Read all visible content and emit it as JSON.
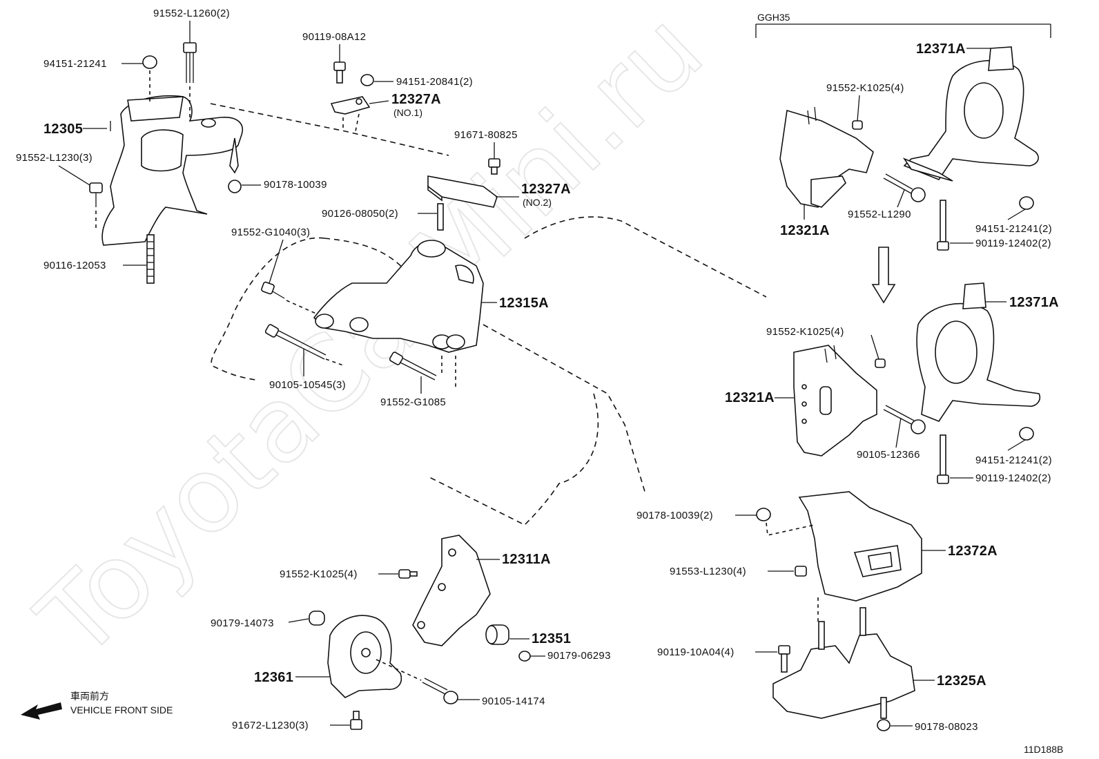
{
  "watermark": "ToyotaCarMini.ru",
  "variant_label": "GGH35",
  "diagram_code": "11D188B",
  "front_side": {
    "jp": "車両前方",
    "en": "VEHICLE FRONT SIDE"
  },
  "labels": {
    "p94151_21241": "94151-21241",
    "p91552_L1260": "91552-L1260(2)",
    "p90119_08A12": "90119-08A12",
    "p94151_20841": "94151-20841(2)",
    "p12327A_no1": "12327A",
    "p12327A_no1_sub": "(NO.1)",
    "p12305": "12305",
    "p91671_80825": "91671-80825",
    "p91552_L1230": "91552-L1230(3)",
    "p90178_10039": "90178-10039",
    "p12327A_no2": "12327A",
    "p12327A_no2_sub": "(NO.2)",
    "p90126_08050": "90126-08050(2)",
    "p91552_G1040": "91552-G1040(3)",
    "p90116_12053": "90116-12053",
    "p12315A": "12315A",
    "p90105_10545": "90105-10545(3)",
    "p91552_G1085": "91552-G1085",
    "p12371A_top": "12371A",
    "p91552_K1025_top": "91552-K1025(4)",
    "p91552_L1290": "91552-L1290",
    "p12321A_top": "12321A",
    "p94151_21241_r1": "94151-21241(2)",
    "p90119_12402_r1": "90119-12402(2)",
    "p12371A_mid": "12371A",
    "p91552_K1025_mid": "91552-K1025(4)",
    "p12321A_mid": "12321A",
    "p90105_12366": "90105-12366",
    "p94151_21241_r2": "94151-21241(2)",
    "p90119_12402_r2": "90119-12402(2)",
    "p90178_10039_2": "90178-10039(2)",
    "p12372A": "12372A",
    "p91553_L1230": "91553-L1230(4)",
    "p90119_10A04": "90119-10A04(4)",
    "p12325A": "12325A",
    "p90178_08023": "90178-08023",
    "p91552_K1025_low": "91552-K1025(4)",
    "p12311A": "12311A",
    "p90179_14073": "90179-14073",
    "p12351": "12351",
    "p90179_06293": "90179-06293",
    "p12361": "12361",
    "p90105_14174": "90105-14174",
    "p91672_L1230": "91672-L1230(3)"
  }
}
